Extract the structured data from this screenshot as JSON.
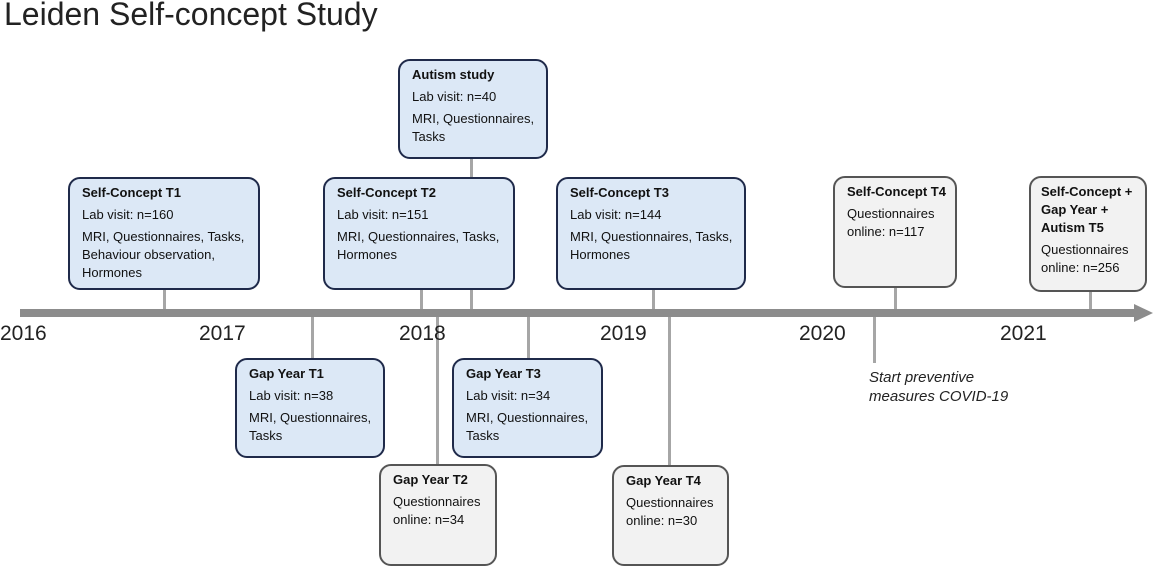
{
  "title": "Leiden Self-concept Study",
  "years": [
    "2016",
    "2017",
    "2018",
    "2019",
    "2020",
    "2021"
  ],
  "note": "Start preventive\nmeasures COVID-19",
  "boxes": {
    "sc_t1": {
      "heading": "Self-Concept T1",
      "line1": "Lab visit: n=160",
      "line2": "MRI, Questionnaires, Tasks,\nBehaviour observation,\nHormones"
    },
    "sc_t2": {
      "heading": "Self-Concept T2",
      "line1": "Lab visit: n=151",
      "line2": "MRI, Questionnaires, Tasks,\nHormones"
    },
    "autism": {
      "heading": "Autism study",
      "line1": "Lab visit: n=40",
      "line2": "MRI, Questionnaires,\nTasks"
    },
    "sc_t3": {
      "heading": "Self-Concept T3",
      "line1": "Lab visit: n=144",
      "line2": "MRI, Questionnaires, Tasks,\nHormones"
    },
    "sc_t4": {
      "heading": "Self-Concept T4",
      "line1": "Questionnaires\nonline: n=117"
    },
    "sc_t5": {
      "heading": "Self-Concept +\nGap Year +\nAutism T5",
      "line1": "Questionnaires\nonline: n=256"
    },
    "gy_t1": {
      "heading": "Gap Year T1",
      "line1": "Lab visit: n=38",
      "line2": "MRI, Questionnaires,\nTasks"
    },
    "gy_t2": {
      "heading": "Gap Year T2",
      "line1": "Questionnaires\nonline: n=34"
    },
    "gy_t3": {
      "heading": "Gap Year T3",
      "line1": "Lab visit: n=34",
      "line2": "MRI, Questionnaires,\nTasks"
    },
    "gy_t4": {
      "heading": "Gap Year T4",
      "line1": "Questionnaires\nonline: n=30"
    }
  },
  "colors": {
    "lab_box": "#dce8f6",
    "online_box": "#f2f2f2",
    "axis": "#8c8c8c",
    "border": "#1f2a4a"
  }
}
